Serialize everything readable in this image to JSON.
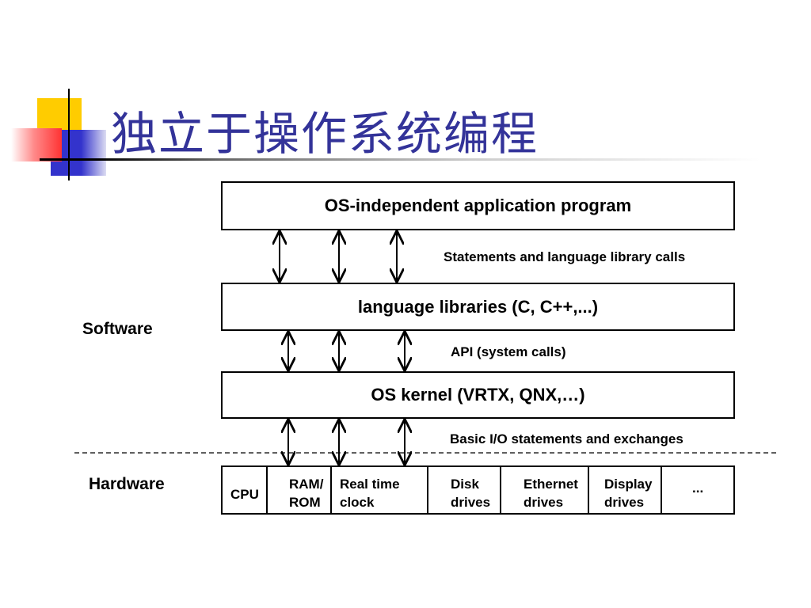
{
  "title": "独立于操作系统编程",
  "side_labels": {
    "software": "Software",
    "hardware": "Hardware"
  },
  "layers": {
    "app": "OS-independent application program",
    "libs": "language libraries (C, C++,...)",
    "kernel": "OS kernel (VRTX, QNX,…)"
  },
  "interfaces": {
    "app_libs": "Statements and language library calls",
    "libs_kernel": "API (system calls)",
    "kernel_hw": "Basic I/O statements and exchanges"
  },
  "hardware": [
    "CPU",
    "RAM/\nROM",
    "Real time\nclock",
    "Disk\ndrives",
    "Ethernet\ndrives",
    "Display\ndrives",
    "..."
  ],
  "colors": {
    "title": "#333399",
    "deco_yellow": "#FFCC00",
    "deco_blue": "#3333CC",
    "deco_red": "#FF3333"
  }
}
